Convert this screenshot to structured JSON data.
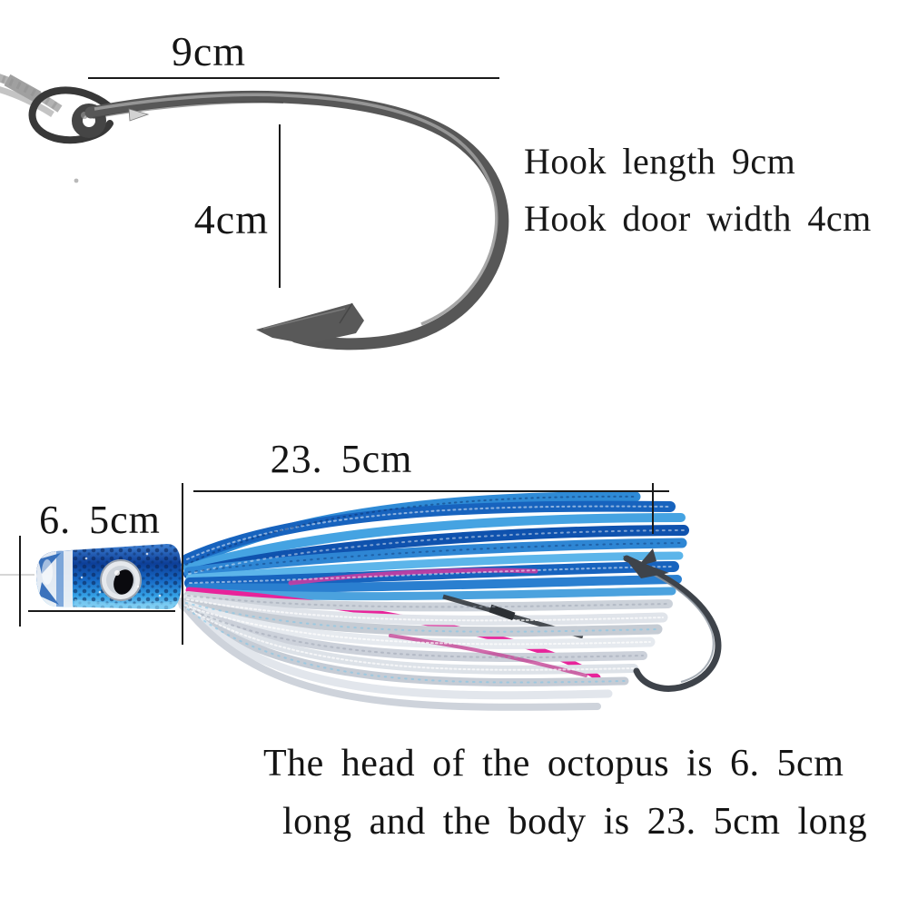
{
  "image_type": "fishing hook and octopus skirt lure product dimension photo",
  "hook_figure": {
    "length_label": "9cm",
    "gap_label": "4cm",
    "notes": [
      "Hook length 9cm",
      "Hook door width 4cm"
    ]
  },
  "lure_figure": {
    "body_length_label": "23. 5cm",
    "head_length_label": "6. 5cm",
    "caption": [
      "The head of the octopus is 6. 5cm",
      "long and the body is 23. 5cm long"
    ]
  },
  "colors": {
    "annotation_line": "#1a1a1a",
    "text": "#141414",
    "hook_metal": "#575757",
    "lure_blue_dark": "#0f52ae",
    "lure_blue": "#1b6ec8",
    "lure_blue_light": "#5cb5ea",
    "lure_pink": "#e8239a",
    "lure_silver": "#d5dae0",
    "lure_head_blue": "#1668c4"
  }
}
